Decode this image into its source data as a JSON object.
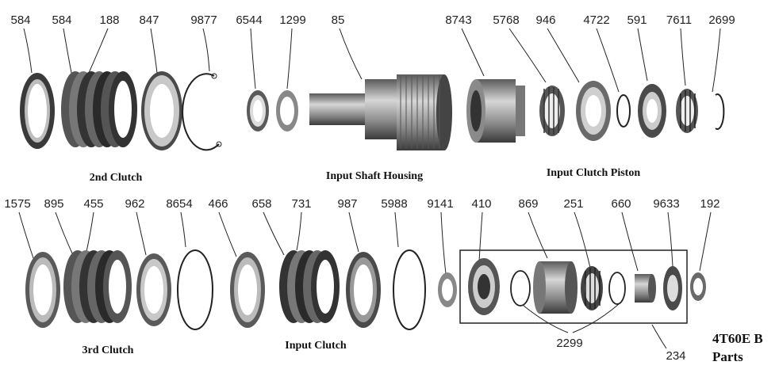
{
  "diagram": {
    "title_line1": "4T60E B",
    "title_line2": "Parts",
    "sections": {
      "second_clutch": "2nd Clutch",
      "input_shaft_housing": "Input Shaft Housing",
      "input_clutch_piston": "Input Clutch Piston",
      "third_clutch": "3rd Clutch",
      "input_clutch": "Input Clutch"
    },
    "top_row_parts": [
      "584",
      "584",
      "188",
      "847",
      "9877",
      "6544",
      "1299",
      "85",
      "8743",
      "5768",
      "946",
      "4722",
      "591",
      "7611",
      "2699"
    ],
    "bottom_row_parts": [
      "1575",
      "895",
      "455",
      "962",
      "8654",
      "466",
      "658",
      "731",
      "987",
      "5988",
      "9141",
      "410",
      "869",
      "251",
      "660",
      "9633",
      "192"
    ],
    "group_parts": [
      "2299",
      "234"
    ]
  }
}
